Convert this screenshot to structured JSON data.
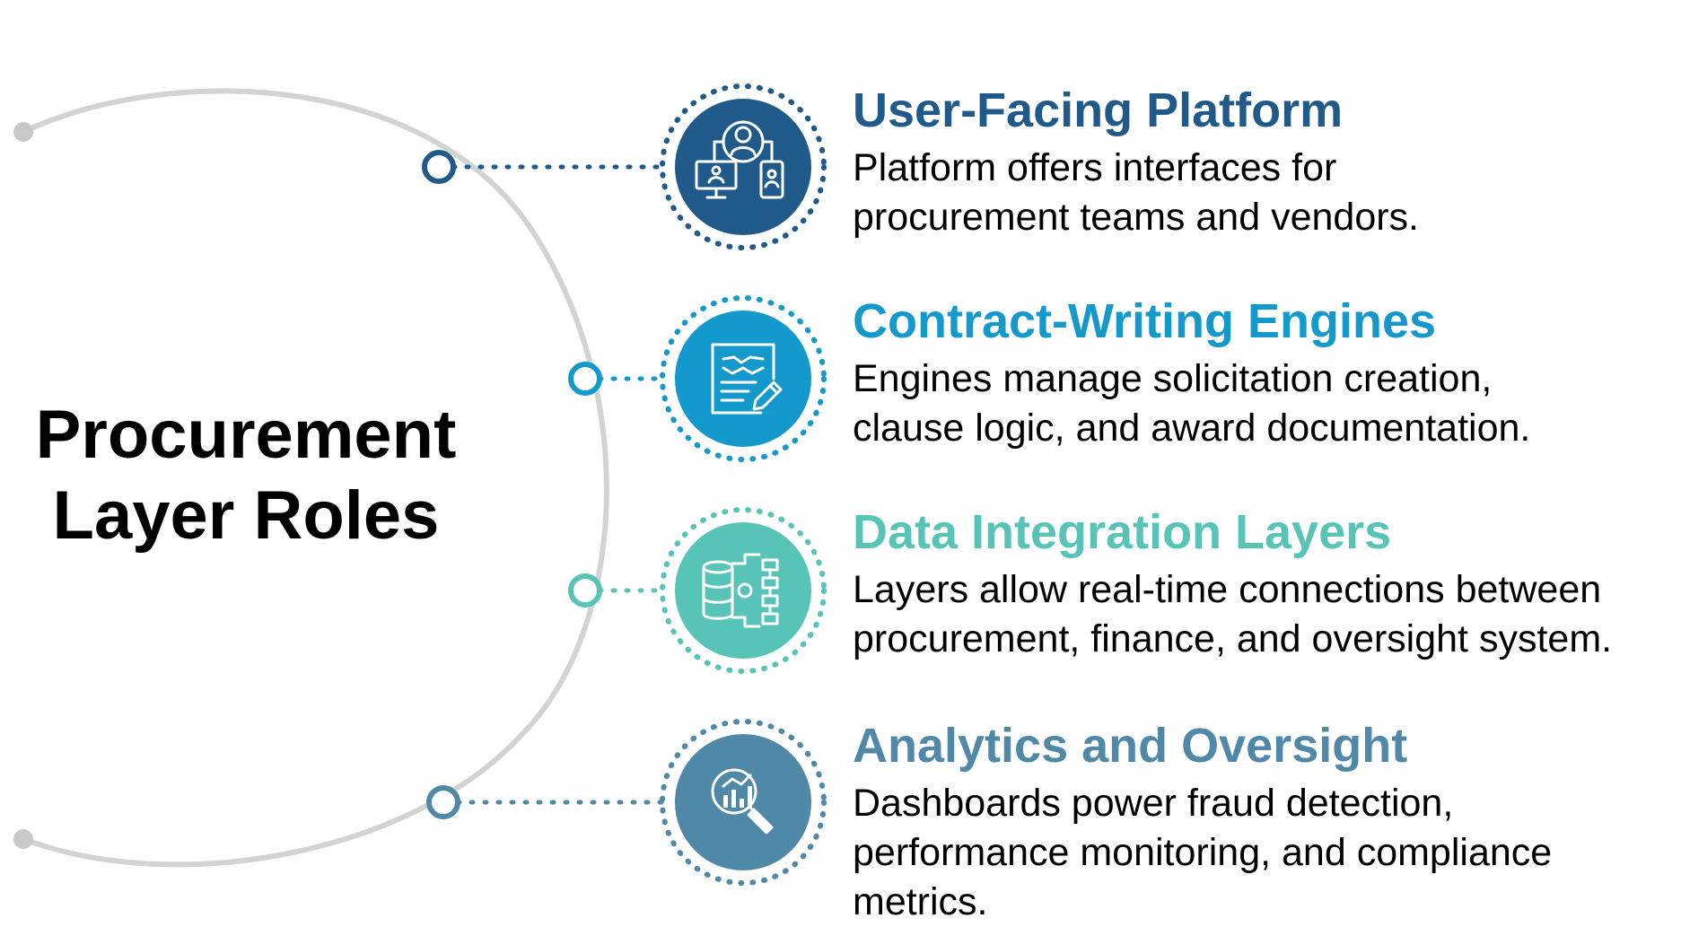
{
  "title": {
    "line1": "Procurement",
    "line2": "Layer Roles"
  },
  "items": [
    {
      "heading": "User-Facing Platform",
      "line1": "Platform offers interfaces for",
      "line2": "procurement teams and vendors.",
      "line3": "",
      "color": "#1F5A8A",
      "icon": "user-devices-icon"
    },
    {
      "heading": "Contract-Writing Engines",
      "line1": "Engines manage solicitation creation,",
      "line2": "clause logic, and award documentation.",
      "line3": "",
      "color": "#1499CC",
      "icon": "contract-document-icon"
    },
    {
      "heading": "Data Integration Layers",
      "line1": "Layers allow real-time connections between",
      "line2": "procurement, finance, and oversight system.",
      "line3": "",
      "color": "#58C4B8",
      "icon": "database-integration-icon"
    },
    {
      "heading": "Analytics and Oversight",
      "line1": "Dashboards power fraud detection,",
      "line2": "performance monitoring, and compliance",
      "line3": "metrics.",
      "color": "#5088A8",
      "icon": "analytics-magnifier-icon"
    }
  ],
  "colors": {
    "arc": "#D3D3D3",
    "arc_dot": "#C8C8C8"
  }
}
